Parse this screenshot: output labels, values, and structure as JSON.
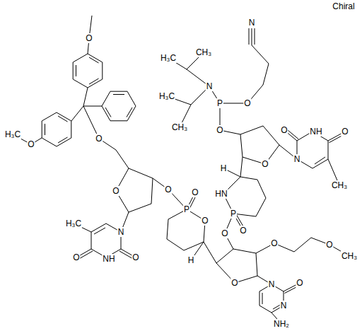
{
  "diagram": {
    "labels": [
      "Chiral",
      "N",
      "O",
      "H₃C",
      "CH₃",
      "N",
      "H₃C",
      "P",
      "O",
      "CH₃",
      "O",
      "O",
      "NH",
      "O",
      "H₃C",
      "O",
      "O",
      "N",
      "O",
      "H",
      "CH₃",
      "O",
      "O",
      "O",
      "HN",
      "P",
      "P",
      "O",
      "H₃C",
      "O",
      "N",
      "O",
      "O",
      "O",
      "CH₃",
      "O",
      "NH",
      "O",
      "H",
      "O",
      "O",
      "N",
      "N",
      "NH₂"
    ]
  }
}
